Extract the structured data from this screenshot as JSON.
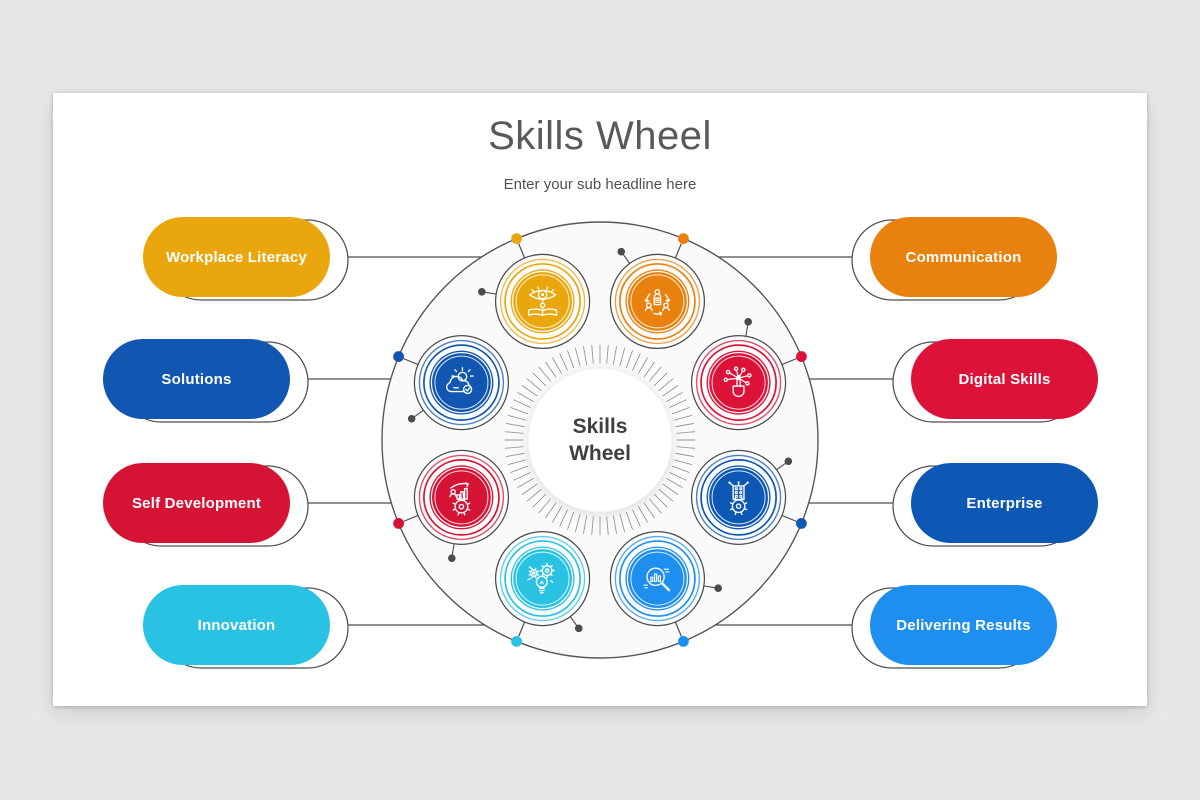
{
  "slide": {
    "title": "Skills Wheel",
    "subtitle": "Enter your sub headline here",
    "center_label": {
      "line1": "Skills",
      "line2": "Wheel"
    }
  },
  "colors": {
    "page_background": "#e8e6e7",
    "slide_background": "#ffffff",
    "line": "#4d4e50",
    "title_text": "#58595b",
    "center_text": "#3e3f41"
  },
  "skills": [
    {
      "id": "workplace-literacy",
      "label": "Workplace Literacy",
      "color": "#e9a70d",
      "side": "left",
      "row": 0,
      "icon": "eye-book-icon"
    },
    {
      "id": "communication",
      "label": "Communication",
      "color": "#e8810e",
      "side": "right",
      "row": 0,
      "icon": "people-cycle-icon"
    },
    {
      "id": "solutions",
      "label": "Solutions",
      "color": "#1156b0",
      "side": "left",
      "row": 1,
      "icon": "cloud-idea-icon"
    },
    {
      "id": "digital-skills",
      "label": "Digital Skills",
      "color": "#dc1238",
      "side": "right",
      "row": 1,
      "icon": "touch-network-icon"
    },
    {
      "id": "self-development",
      "label": "Self Development",
      "color": "#d51335",
      "side": "left",
      "row": 2,
      "icon": "growth-gear-icon"
    },
    {
      "id": "enterprise",
      "label": "Enterprise",
      "color": "#0d57b5",
      "side": "right",
      "row": 2,
      "icon": "building-gear-icon"
    },
    {
      "id": "innovation",
      "label": "Innovation",
      "color": "#2ac2e2",
      "side": "left",
      "row": 3,
      "icon": "bulb-gears-icon"
    },
    {
      "id": "delivering-results",
      "label": "Delivering Results",
      "color": "#1e8fef",
      "side": "right",
      "row": 3,
      "icon": "search-chart-icon"
    }
  ]
}
